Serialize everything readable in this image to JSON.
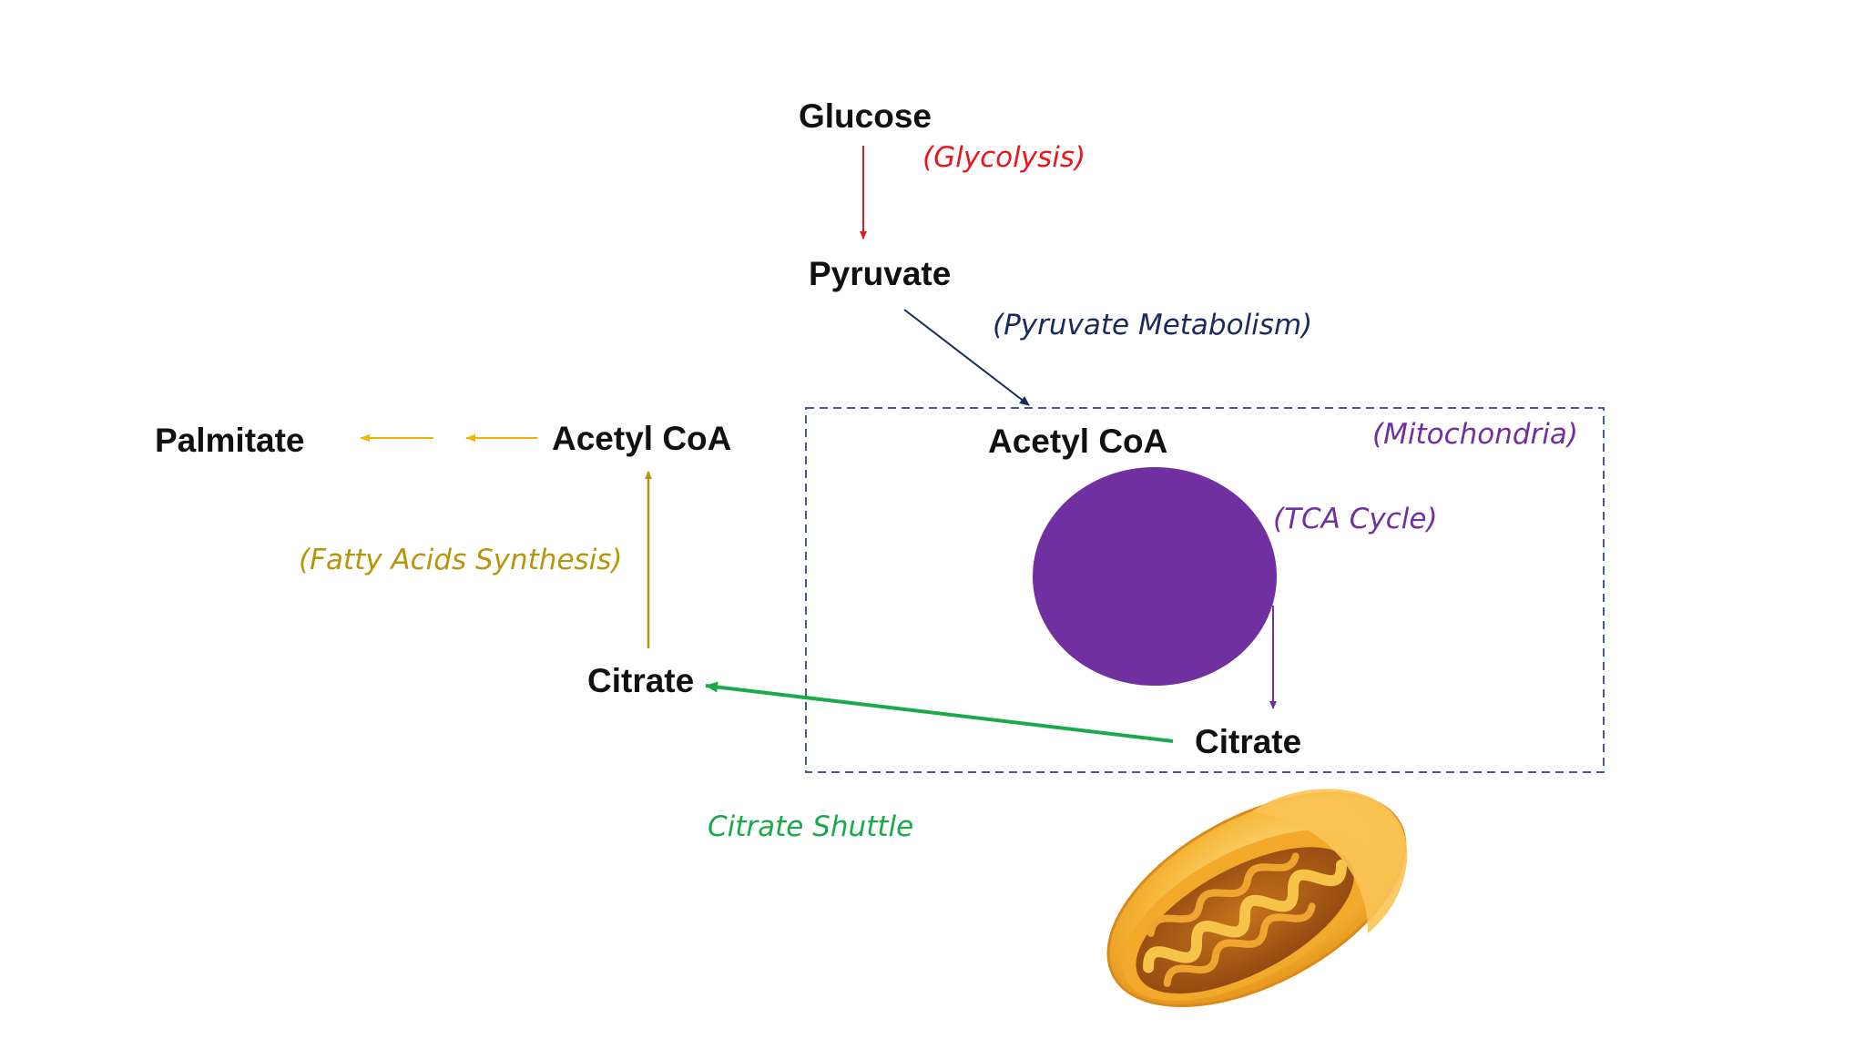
{
  "labels": {
    "glucose": "Glucose",
    "glycolysis": "(Glycolysis)",
    "pyruvate": "Pyruvate",
    "pyruvate_metabolism": "(Pyruvate Metabolism)",
    "acetyl_coa_mito": "Acetyl CoA",
    "mitochondria": "(Mitochondria)",
    "tca_cycle": "(TCA Cycle)",
    "citrate_mito": "Citrate",
    "palmitate": "Palmitate",
    "acetyl_coa_cyto": "Acetyl CoA",
    "fatty_acids_synthesis": "(Fatty Acids Synthesis)",
    "citrate_cyto": "Citrate",
    "citrate_shuttle": "Citrate Shuttle"
  },
  "colors": {
    "text": "#111111",
    "glycolysis": "#e8191d",
    "pyruvate_metabolism": "#1b2a5c",
    "mitochondria": "#7030a0",
    "tca_circle": "#7030a0",
    "fatty_acids": "#b8960b",
    "palmitate_arrows": "#f2b400",
    "citrate_shuttle": "#1aaa4b",
    "box_border": "#4a5a8a"
  },
  "icons": {
    "organelle": "mitochondrion-illustration"
  }
}
